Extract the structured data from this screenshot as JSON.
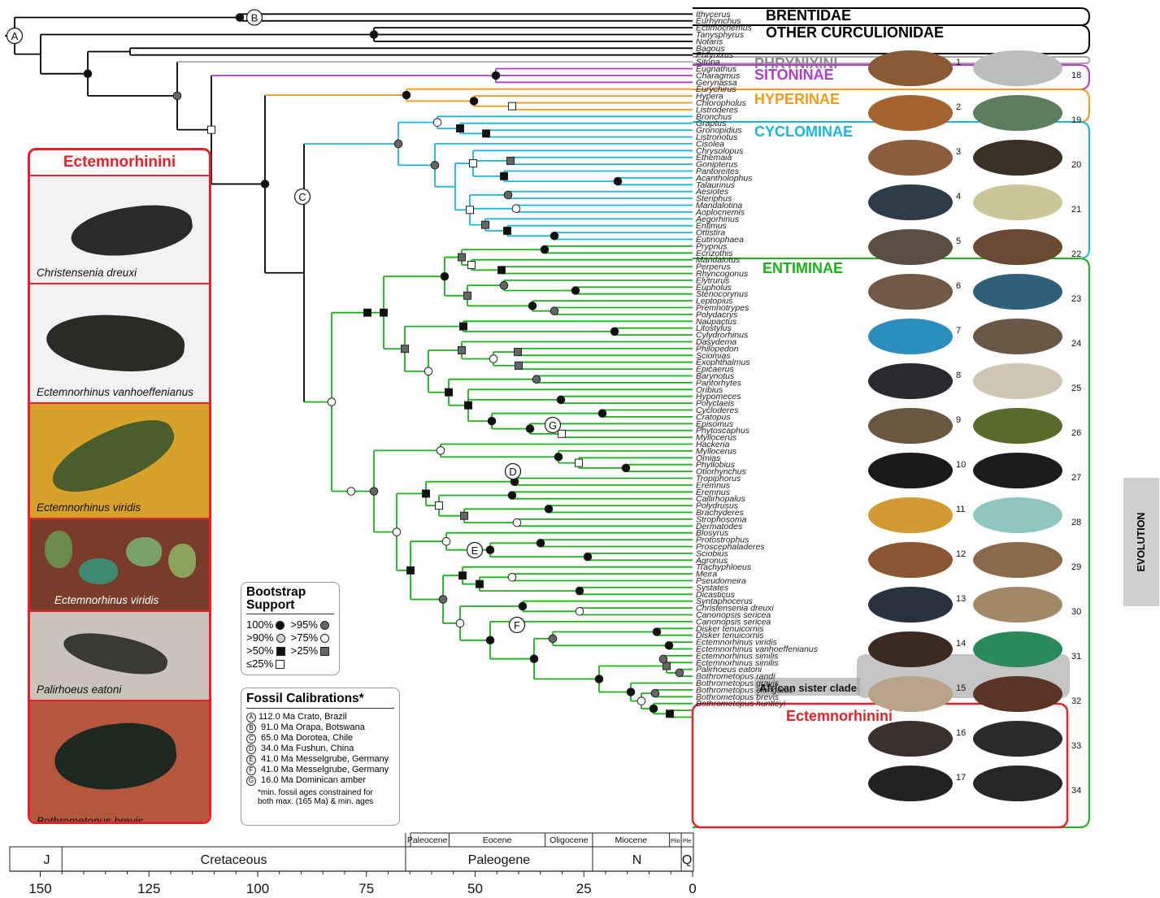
{
  "tips": [
    "Ithycerus",
    "Eurhynchus",
    "Ectimocnemus",
    "Tanysphyrus",
    "Notaris",
    "Bagous",
    "Phrynixus",
    "Sitona",
    "Eugnathus",
    "Charagmus",
    "Gerynassa",
    "Eurychirus",
    "Hypera",
    "Chloropholus",
    "Listroderes",
    "Bronchus",
    "Graptus",
    "Gronopidius",
    "Listronotus",
    "Cisolea",
    "Chrysolopus",
    "Ethemaia",
    "Gonipterus",
    "Pantoreites",
    "Acantholophus",
    "Talaurinus",
    "Aesiotes",
    "Steriphus",
    "Mandalotina",
    "Aoplocnemis",
    "Aegorhinus",
    "Entimus",
    "Ottistira",
    "Eutinophaea",
    "Prypnus",
    "Ecrizothis",
    "Mandalotus",
    "Perperus",
    "Rhyncogonus",
    "Elytrurus",
    "Eupholus",
    "Stenocorynus",
    "Leptopius",
    "Premnotrypes",
    "Polydacrys",
    "Naupactus",
    "Litostylus",
    "Cylydrorhinus",
    "Dasydema",
    "Philopedon",
    "Sciomias",
    "Exophthalmus",
    "Epicaerus",
    "Barynotus",
    "Pantorhytes",
    "Oribius",
    "Hypomeces",
    "Polyclaeis",
    "Cycloderes",
    "Cratopus",
    "Episomus",
    "Phytoscaphus",
    "Myllocerus",
    "Hackeria",
    "Myllocerus",
    "Omias",
    "Phyllobius",
    "Otiorhynchus",
    "Tropiphorus",
    "Eremnus",
    "Eremnus",
    "Callirhopalus",
    "Polydrusus",
    "Brachyderes",
    "Strophosoma",
    "Dermatodes",
    "Blosyrus",
    "Protostrophus",
    "Proscephaladeres",
    "Sciobius",
    "Agronus",
    "Trachyphloeus",
    "Meira",
    "Pseudomeira",
    "Systates",
    "Dicasticus",
    "Syntaphocerus",
    "Christensenia dreuxi",
    "Canonopsis sericea",
    "Canonopsis sericea",
    "Disker tenuicornis",
    "Disker tenuicornis",
    "Ectemnorhinus viridis",
    "Ectemnorhinus vanhoeffenianus",
    "Ectemnorhinus similis",
    "Ectemnorhinus similis",
    "Palirhoeus eatoni",
    "Bothrometopus randi",
    "Bothrometopus gravis",
    "Bothrometopus elongatus",
    "Bothrometopus brevis",
    "Bothrometopus huntleyi"
  ],
  "clades": [
    {
      "name": "BRENTIDAE",
      "color": "#000000"
    },
    {
      "name": "OTHER CURCULIONIDAE",
      "color": "#000000"
    },
    {
      "name": "PHRYNIXINI",
      "color": "#8a8a8a"
    },
    {
      "name": "SITONINAE",
      "color": "#b23cd0"
    },
    {
      "name": "HYPERINAE",
      "color": "#f39a1b"
    },
    {
      "name": "CYCLOMINAE",
      "color": "#19b7d8"
    },
    {
      "name": "ENTIMINAE",
      "color": "#19b31a"
    },
    {
      "name": "Ectemnorhinini",
      "color": "#e8202a"
    }
  ],
  "african_sister_clade": "African sister clade",
  "nodes": {
    "A": "A",
    "B": "B",
    "C": "C",
    "D": "D",
    "E": "E",
    "F": "F",
    "G": "G"
  },
  "photo_numbers_left": [
    "1",
    "2",
    "3",
    "4",
    "5",
    "6",
    "7",
    "8",
    "9",
    "10",
    "11",
    "12",
    "13",
    "14",
    "15",
    "16",
    "17"
  ],
  "photo_numbers_right": [
    "18",
    "19",
    "20",
    "21",
    "22",
    "23",
    "24",
    "25",
    "26",
    "27",
    "28",
    "29",
    "30",
    "31",
    "32",
    "33",
    "34"
  ],
  "panel": {
    "title": "Ectemnorhinini",
    "photos": [
      {
        "caption": "Christensenia dreuxi"
      },
      {
        "caption": "Ectemnorhinus vanhoeffenianus"
      },
      {
        "caption": "Ectemnorhinus viridis"
      },
      {
        "caption": "Ectemnorhinus viridis"
      },
      {
        "caption": "Palirhoeus eatoni"
      },
      {
        "caption": "Bothrometopus brevis"
      }
    ]
  },
  "bootstrap": {
    "title_line1": "Bootstrap",
    "title_line2": "Support",
    "rows": [
      [
        "100%",
        ">95%"
      ],
      [
        ">90%",
        ">75%"
      ],
      [
        ">50%",
        ">25%"
      ],
      [
        "≤25%",
        ""
      ]
    ]
  },
  "fossil": {
    "title": "Fossil Calibrations*",
    "items": [
      {
        "node": "A",
        "text": "112.0 Ma Crato, Brazil"
      },
      {
        "node": "B",
        "text": " 91.0 Ma Orapa, Botswana"
      },
      {
        "node": "C",
        "text": " 65.0 Ma Dorotea, Chile"
      },
      {
        "node": "D",
        "text": " 34.0 Ma Fushun, China"
      },
      {
        "node": "E",
        "text": " 41.0 Ma Messelgrube, Germany"
      },
      {
        "node": "F",
        "text": " 41.0 Ma Messelgrube, Germany"
      },
      {
        "node": "G",
        "text": " 16.0 Ma Dominican amber"
      }
    ],
    "note_line1": "*min. fossil ages constrained for",
    "note_line2": "both max. (165 Ma) & min. ages"
  },
  "timescale": {
    "periods": [
      "J",
      "Cretaceous",
      "Paleogene",
      "N",
      "Q"
    ],
    "epochs": [
      "Paleocene",
      "Eocene",
      "Oligocene",
      "Miocene",
      "Plio",
      "Ple"
    ],
    "ticks": [
      "150",
      "125",
      "100",
      "75",
      "50",
      "25",
      "0"
    ]
  },
  "side_label": "EVOLUTION",
  "colors": {
    "outgroup": "#000000",
    "phrynixini": "#a6a6a6",
    "sitoninae": "#b23cd0",
    "hyperinae": "#f39a1b",
    "cyclominae": "#19b7d8",
    "entiminae": "#19b31a",
    "ectemnorhinini": "#e8202a"
  }
}
